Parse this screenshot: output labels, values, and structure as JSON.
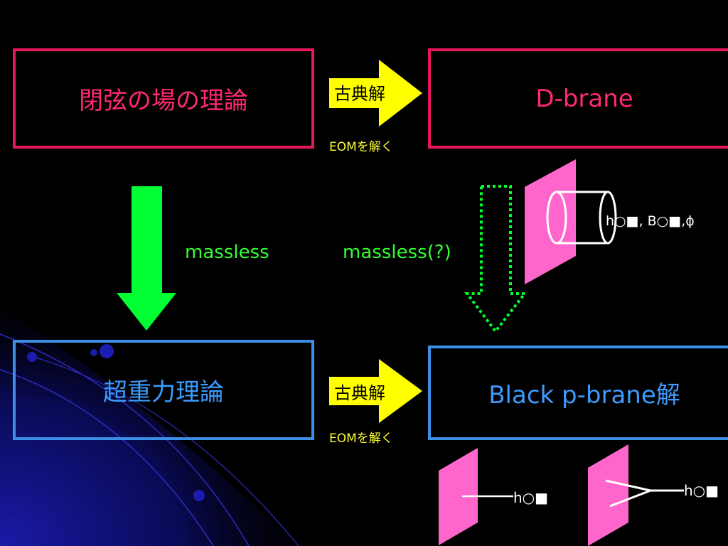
{
  "boxes": {
    "closed_string_field_theory": "閉弦の場の理論",
    "d_brane": "D-brane",
    "supergravity": "超重力理論",
    "black_p_brane": "Black p-brane解"
  },
  "arrows": {
    "classical_solution_top": "古典解",
    "classical_solution_bottom": "古典解",
    "eom_top": "EOMを解く",
    "eom_bottom": "EOMを解く",
    "massless": "massless",
    "massless_question": "massless(?)"
  },
  "fields": {
    "top": "h○■, B○■,ϕ",
    "bottom_left": "h○■",
    "bottom_right": "h○■"
  },
  "colors": {
    "pink_border": "#e8175d",
    "pink_text": "#ff2a6d",
    "blue_border": "#3b8fe6",
    "blue_text": "#3c9bff",
    "yellow": "#ffff00",
    "green": "#00ff33",
    "brane_pink": "#ff66cc"
  }
}
